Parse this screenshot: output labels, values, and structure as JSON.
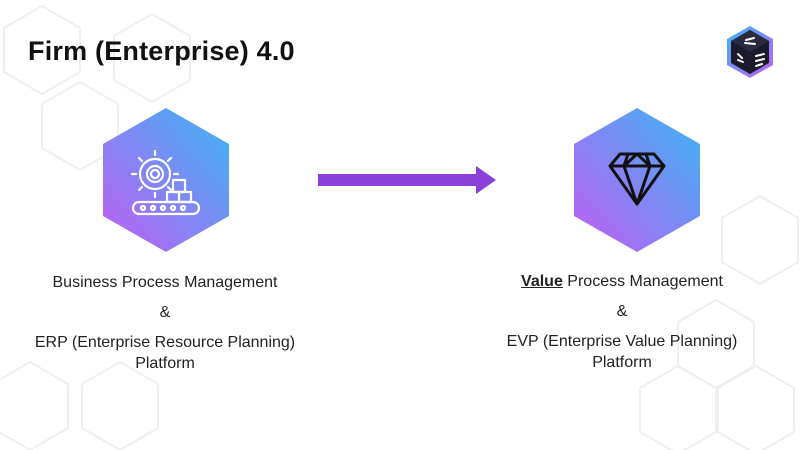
{
  "slide": {
    "title": "Firm (Enterprise) 4.0"
  },
  "left_block": {
    "icon": "gear-conveyor-icon",
    "line1": "Business Process Management",
    "ampersand": "&",
    "line3": "ERP (Enterprise Resource Planning)",
    "line4": "Platform"
  },
  "right_block": {
    "icon": "diamond-icon",
    "line1_bold": "Value",
    "line1_rest": " Process Management",
    "ampersand": "&",
    "line3": "EVP (Enterprise Value Planning)",
    "line4": "Platform"
  },
  "connector": {
    "type": "arrow",
    "direction": "right"
  },
  "colors": {
    "gradient_start": "#3ab6f5",
    "gradient_end": "#c25cf3",
    "arrow": "#8a3fd6",
    "background_hex_stroke": "#eeeff3"
  }
}
